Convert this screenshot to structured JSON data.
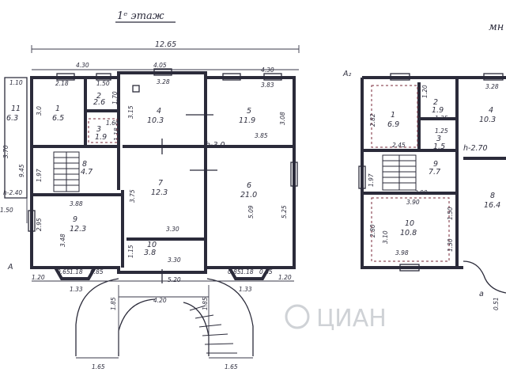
{
  "titles": {
    "floor_left": "1ᵉ этаж",
    "floor_right": "мн"
  },
  "axis_marks": {
    "left_a": "А",
    "right_a2": "А₂",
    "right_a": "а"
  },
  "watermark": "ЦИАН",
  "left_plan": {
    "overall_width": "12.65",
    "top_dims": [
      "4.30",
      "4.05",
      "4.30"
    ],
    "window_dims": [
      "2.18",
      "1.50",
      "3.28",
      "3.83"
    ],
    "rooms": [
      {
        "n": "1",
        "area": "6.5"
      },
      {
        "n": "2",
        "area": "2.6"
      },
      {
        "n": "3",
        "area": "1.9"
      },
      {
        "n": "4",
        "area": "10.3"
      },
      {
        "n": "5",
        "area": "11.9"
      },
      {
        "n": "6",
        "area": "21.0"
      },
      {
        "n": "7",
        "area": "12.3"
      },
      {
        "n": "8",
        "area": "4.7"
      },
      {
        "n": "9",
        "area": "12.3"
      },
      {
        "n": "10",
        "area": "3.8"
      },
      {
        "n": "11",
        "area": "6.3"
      }
    ],
    "labels": {
      "h": "h-3.0",
      "d_1_10": "1.10",
      "d_3_70": "3.70",
      "d_9_45": "9.45",
      "d_h240": "h-2.40",
      "d_1_50": "1.50",
      "d_3_0": "3.0",
      "d_1_70": "1.70",
      "d_1_60": "1.60",
      "d_1_18": "1.18",
      "d_3_15": "3.15",
      "d_3_08": "3.08",
      "d_3_85": "3.85",
      "d_1_97": "1.97",
      "d_3_88": "3.88",
      "d_2_95": "2.95",
      "d_3_48": "3.48",
      "d_3_75": "3.75",
      "d_5_09": "5.09",
      "d_5_25": "5.25",
      "d_3_30a": "3.30",
      "d_3_30b": "3.30",
      "d_1_15": "1.15",
      "d_1_20a": "1.20",
      "d_0_65a": "0.65",
      "d_1_18b": "1.18",
      "d_0_85a": "0.85",
      "d_1_33a": "1.33",
      "d_5_20": "5.20",
      "d_0_85b": "0.85",
      "d_1_18c": "1.18",
      "d_0_65b": "0.65",
      "d_1_33b": "1.33",
      "d_1_20b": "1.20",
      "d_1_85a": "1.85",
      "d_4_20": "4.20",
      "d_1_85b": "1.85",
      "d_1_65a": "1.65",
      "d_1_65b": "1.65"
    }
  },
  "right_plan": {
    "rooms": [
      {
        "n": "1",
        "area": "6.9"
      },
      {
        "n": "2",
        "area": "1.9"
      },
      {
        "n": "3",
        "area": "1.5"
      },
      {
        "n": "4",
        "area": "10.3"
      },
      {
        "n": "8",
        "area": "16.4"
      },
      {
        "n": "9",
        "area": "7.7"
      },
      {
        "n": "10",
        "area": "10.8"
      }
    ],
    "labels": {
      "h": "h-2.70",
      "d_2_82": "2.82",
      "d_2_45": "2.45",
      "d_1_25a": "1.25",
      "d_1_25b": "1.25",
      "d_1_20": "1.20",
      "d_1_97": "1.97",
      "d_3_90a": "3.90",
      "d_3_90b": "3.90",
      "d_2_80": "2.80",
      "d_3_10": "3.10",
      "d_1_50": "1.50",
      "d_1_30": "1.30",
      "d_3_98": "3.98",
      "d_3_28": "3.28",
      "d_0_51": "0.51"
    }
  }
}
